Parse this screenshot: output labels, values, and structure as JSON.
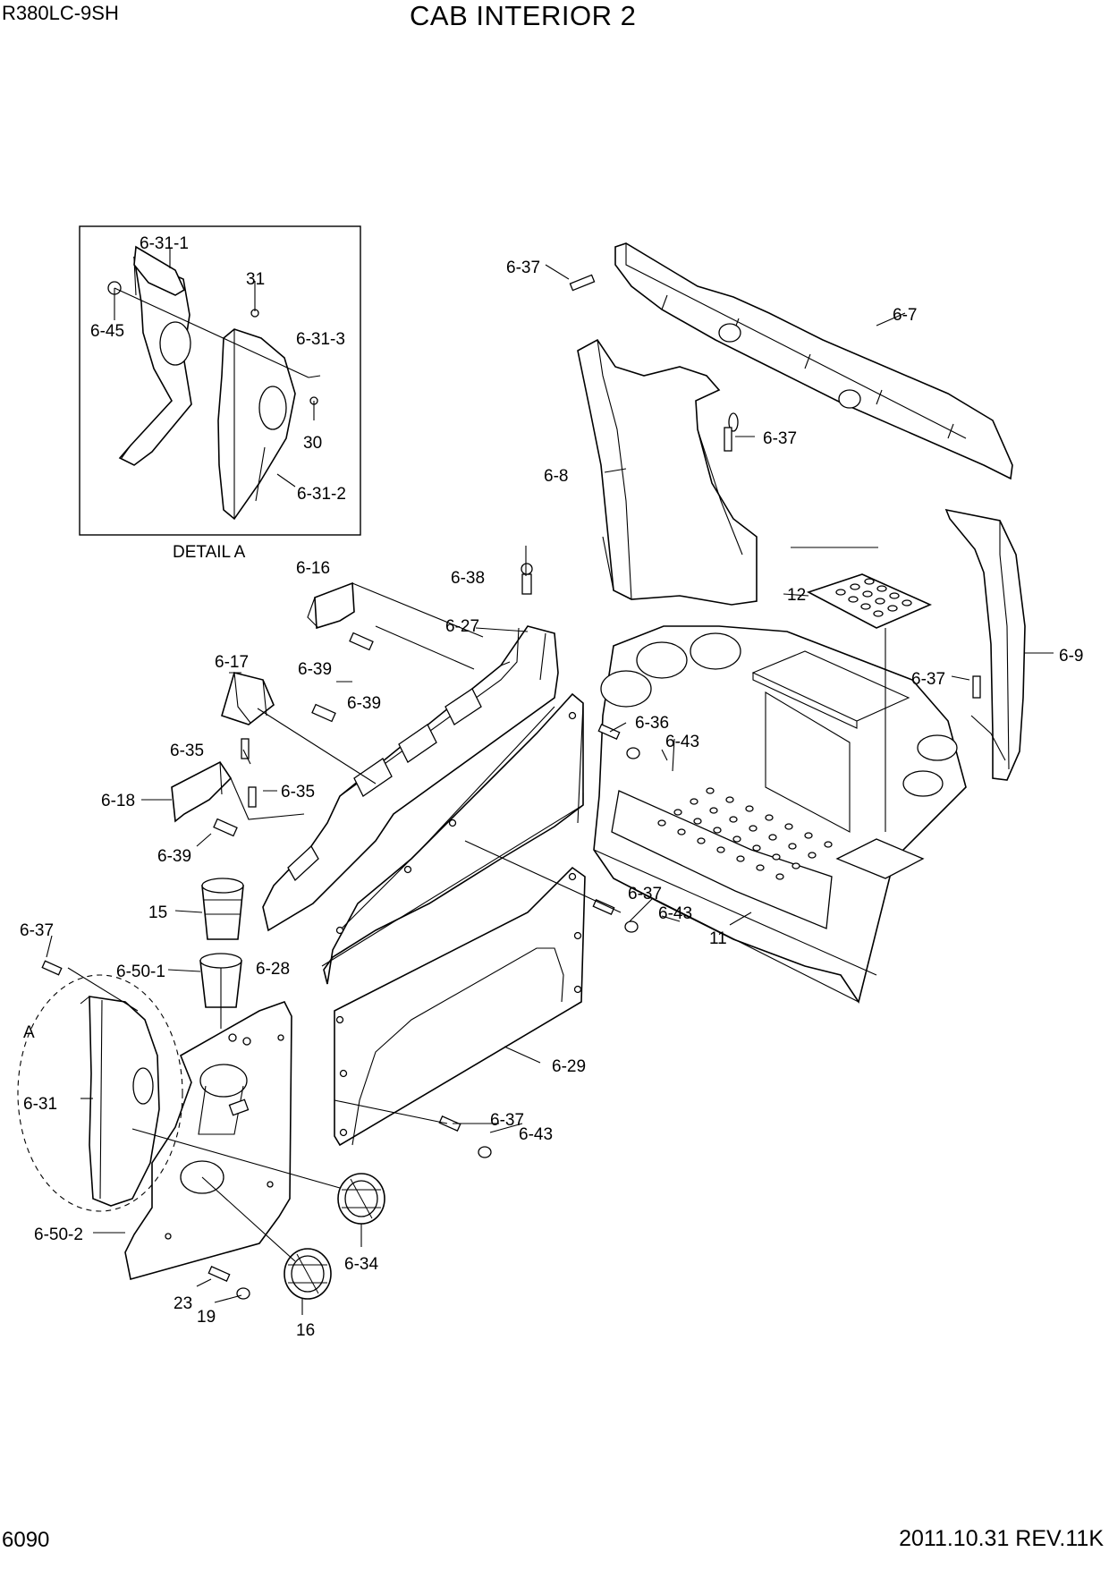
{
  "header": {
    "model": "R380LC-9SH",
    "title": "CAB INTERIOR 2"
  },
  "footer": {
    "page": "6090",
    "revision": "2011.10.31  REV.11K"
  },
  "detail": {
    "caption": "DETAIL A",
    "marker": "A"
  },
  "callouts": [
    "6-31-1",
    "31",
    "6-45",
    "6-31-3",
    "30",
    "6-31-2",
    "6-37",
    "6-7",
    "6-37",
    "6-8",
    "6-16",
    "6-38",
    "6-27",
    "6-39",
    "6-17",
    "6-39",
    "6-35",
    "6-35",
    "6-18",
    "6-39",
    "6-36",
    "6-43",
    "12",
    "6-9",
    "6-37",
    "6-37",
    "6-43",
    "11",
    "15",
    "6-37",
    "6-50-1",
    "6-28",
    "6-29",
    "6-31",
    "6-37",
    "6-43",
    "6-34",
    "6-50-2",
    "23",
    "19",
    "16"
  ]
}
